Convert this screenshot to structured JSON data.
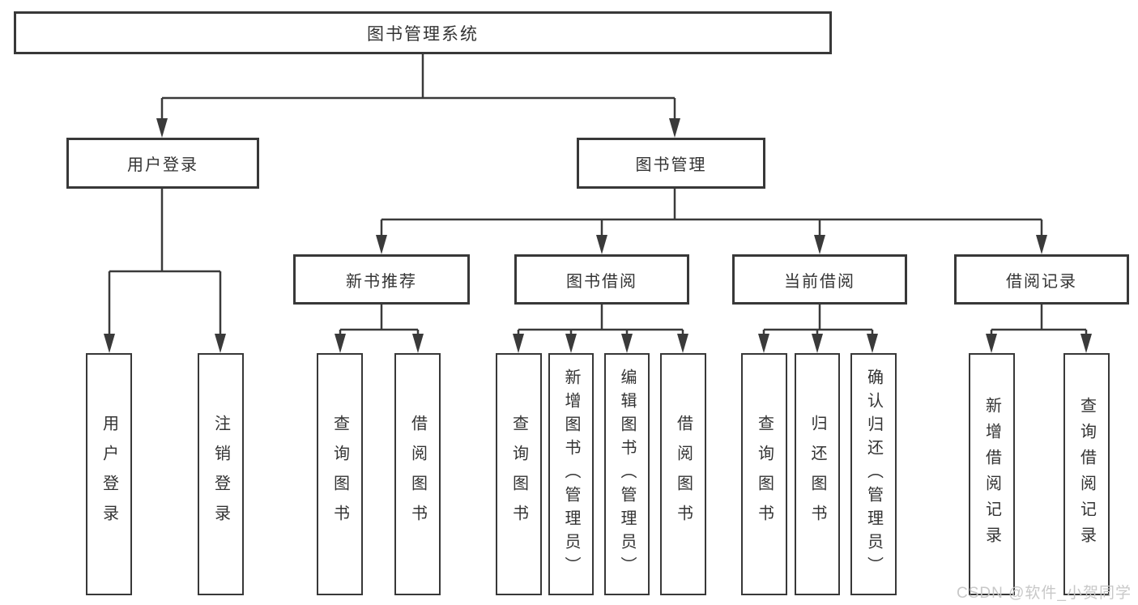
{
  "diagram": {
    "root": {
      "label": "图书管理系统"
    },
    "user_login": {
      "label": "用户登录",
      "children": [
        {
          "label": "用户登录"
        },
        {
          "label": "注销登录"
        }
      ]
    },
    "book_management": {
      "label": "图书管理"
    },
    "new_book_rec": {
      "label": "新书推荐",
      "children": [
        {
          "label": "查询图书"
        },
        {
          "label": "借阅图书"
        }
      ]
    },
    "book_borrowing": {
      "label": "图书借阅",
      "children": [
        {
          "label": "查询图书"
        },
        {
          "label": "新增图书（管理员）"
        },
        {
          "label": "编辑图书（管理员）"
        },
        {
          "label": "借阅图书"
        }
      ]
    },
    "current_borrowing": {
      "label": "当前借阅",
      "children": [
        {
          "label": "查询图书"
        },
        {
          "label": "归还图书"
        },
        {
          "label": "确认归还（管理员）"
        }
      ]
    },
    "borrowing_records": {
      "label": "借阅记录",
      "children": [
        {
          "label": "新增借阅记录"
        },
        {
          "label": "查询借阅记录"
        }
      ]
    }
  },
  "watermark": {
    "text": "CSDN @软件_小贺同学"
  },
  "colors": {
    "line": "#3a3a3a",
    "box_border": "#383838",
    "text": "#333333",
    "watermark": "#c5c5c5",
    "background": "#ffffff"
  }
}
